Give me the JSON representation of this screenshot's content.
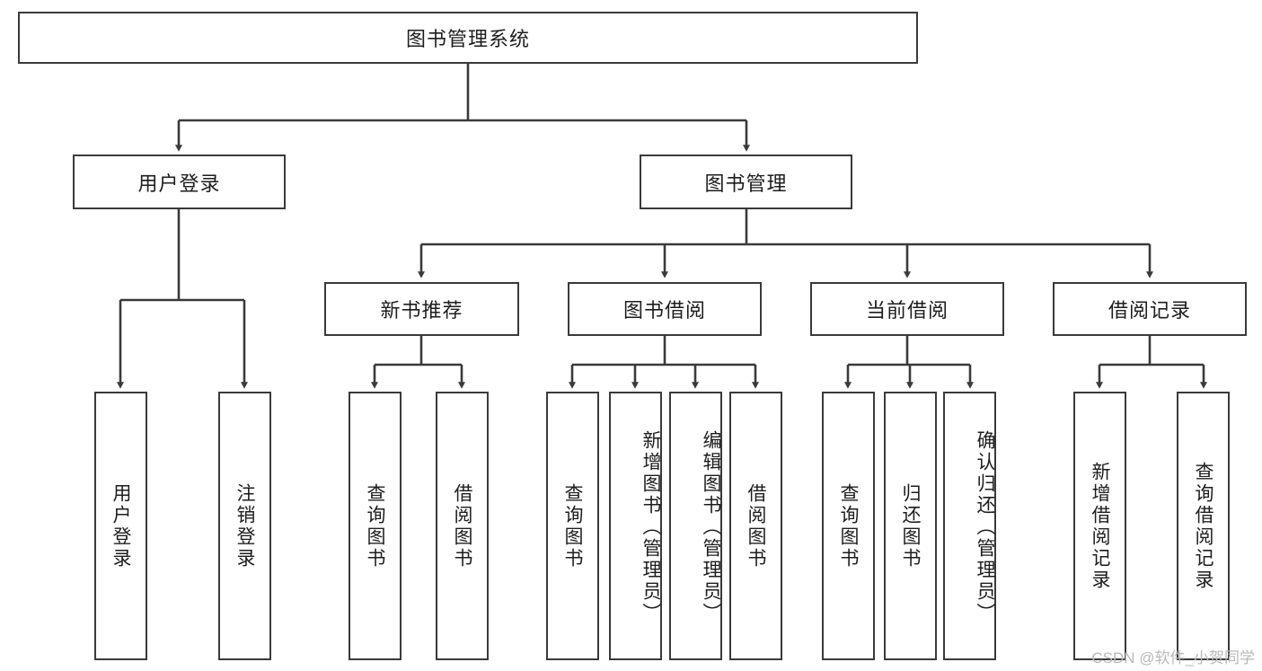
{
  "diagram": {
    "title_node": {
      "label": "图书管理系统"
    },
    "level2": [
      {
        "id": "user-login",
        "label": "用户登录"
      },
      {
        "id": "book-management",
        "label": "图书管理"
      }
    ],
    "level3": [
      {
        "id": "new-book-recommend",
        "label": "新书推荐"
      },
      {
        "id": "book-borrow",
        "label": "图书借阅"
      },
      {
        "id": "current-borrow",
        "label": "当前借阅"
      },
      {
        "id": "borrow-record",
        "label": "借阅记录"
      }
    ],
    "leaves": {
      "user_login": [
        {
          "id": "leaf-user-login",
          "label": "用户登录"
        },
        {
          "id": "leaf-logout-login",
          "label": "注销登录"
        }
      ],
      "new_book_recommend": [
        {
          "id": "leaf-query-book-1",
          "label": "查询图书"
        },
        {
          "id": "leaf-borrow-book-1",
          "label": "借阅图书"
        }
      ],
      "book_borrow": [
        {
          "id": "leaf-query-book-2",
          "label": "查询图书"
        },
        {
          "id": "leaf-add-book",
          "label": "新增图书（管理员）"
        },
        {
          "id": "leaf-edit-book",
          "label": "编辑图书（管理员）"
        },
        {
          "id": "leaf-borrow-book-2",
          "label": "借阅图书"
        }
      ],
      "current_borrow": [
        {
          "id": "leaf-query-book-3",
          "label": "查询图书"
        },
        {
          "id": "leaf-return-book",
          "label": "归还图书"
        },
        {
          "id": "leaf-confirm-return",
          "label": "确认归还（管理员）"
        }
      ],
      "borrow_record": [
        {
          "id": "leaf-add-record",
          "label": "新增借阅记录"
        },
        {
          "id": "leaf-query-record",
          "label": "查询借阅记录"
        }
      ]
    }
  },
  "watermark": {
    "text": "CSDN @软件_小贺同学"
  },
  "colors": {
    "stroke": "#3a3a3a",
    "text": "#1d1d1d",
    "background": "#ffffff",
    "watermark": "#b9b9b9"
  }
}
